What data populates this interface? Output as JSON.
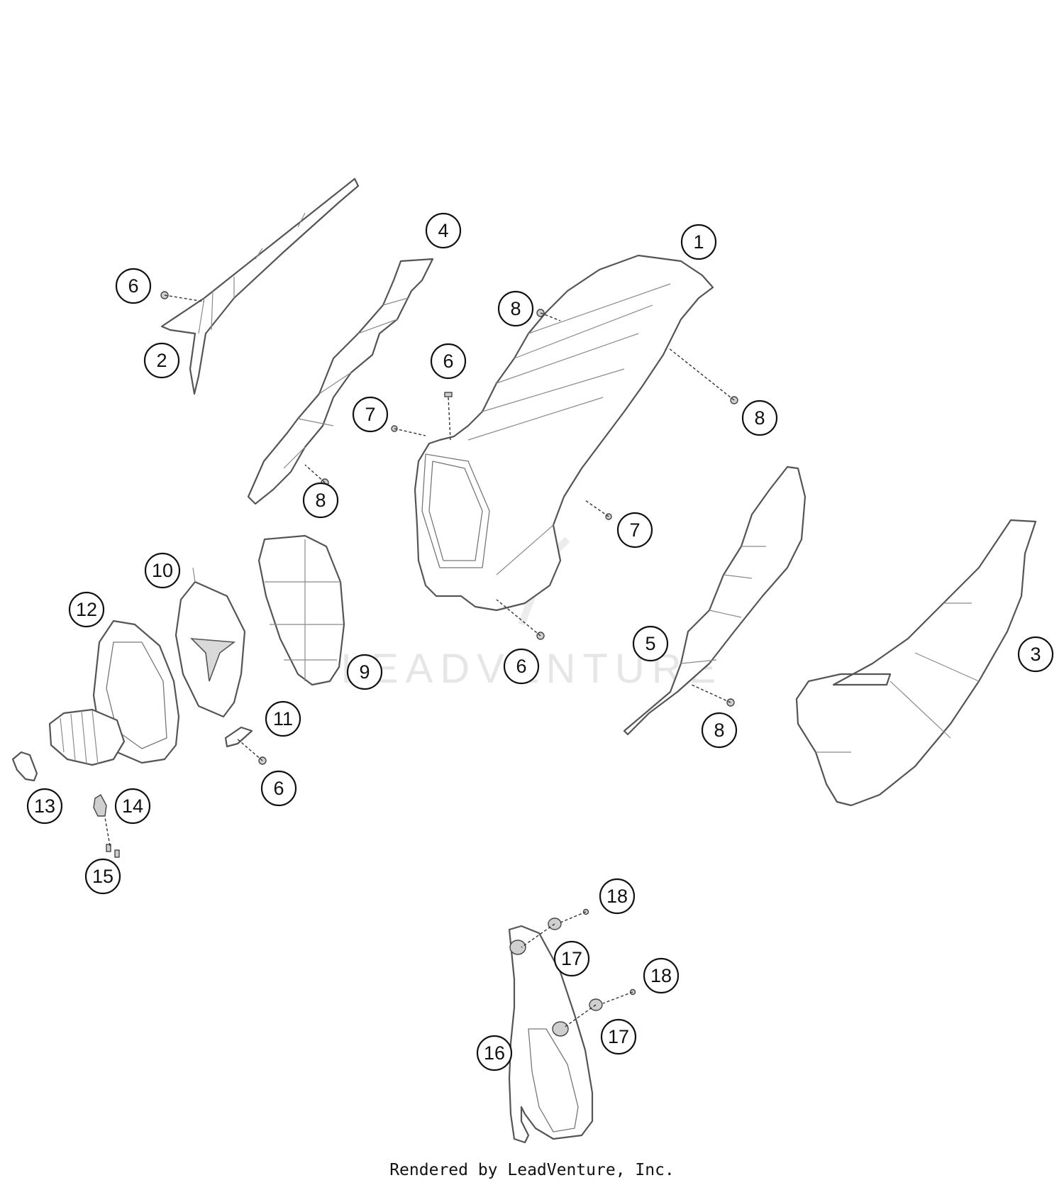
{
  "watermark": "LEADVENTURE",
  "footer": {
    "credit": "Rendered by LeadVenture, Inc."
  },
  "callouts": [
    "1",
    "2",
    "3",
    "4",
    "5",
    "6",
    "6",
    "6",
    "6",
    "7",
    "7",
    "8",
    "8",
    "8",
    "8",
    "9",
    "10",
    "11",
    "12",
    "13",
    "14",
    "15",
    "16",
    "17",
    "17",
    "18",
    "18"
  ],
  "colors": {
    "line": "#555555",
    "callout_stroke": "#111111",
    "watermark": "#e6e6e6"
  }
}
